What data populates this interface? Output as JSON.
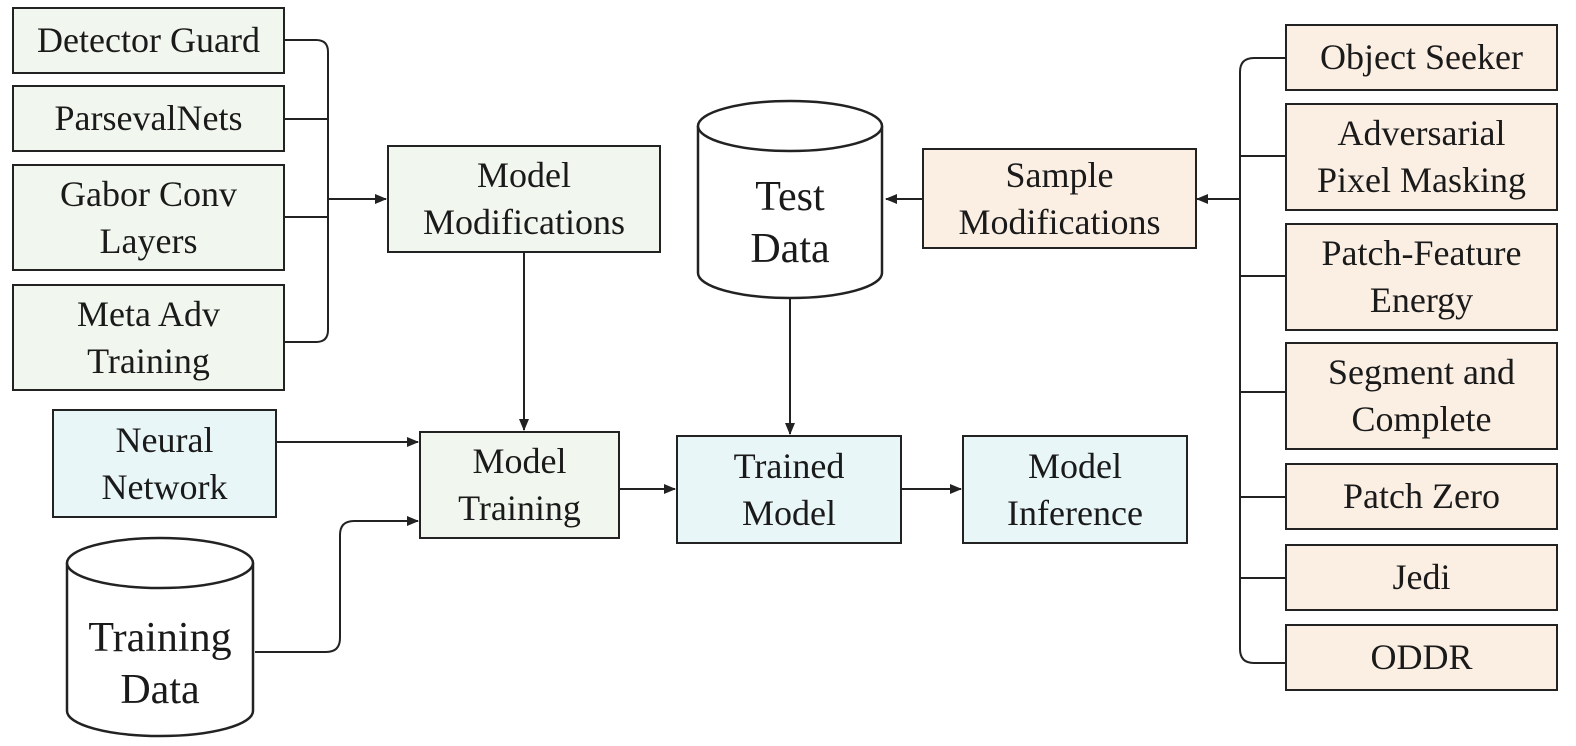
{
  "model_modification_methods": [
    {
      "id": "detector-guard",
      "lines": [
        "Detector Guard"
      ]
    },
    {
      "id": "parsevalnets",
      "lines": [
        "ParsevalNets"
      ]
    },
    {
      "id": "gabor-conv-layers",
      "lines": [
        "Gabor Conv",
        "Layers"
      ]
    },
    {
      "id": "meta-adv-training",
      "lines": [
        "Meta Adv",
        "Training"
      ]
    }
  ],
  "sample_modification_methods": [
    {
      "id": "object-seeker",
      "lines": [
        "Object Seeker"
      ]
    },
    {
      "id": "adversarial-pixel-masking",
      "lines": [
        "Adversarial",
        "Pixel Masking"
      ]
    },
    {
      "id": "patch-feature-energy",
      "lines": [
        "Patch-Feature",
        "Energy"
      ]
    },
    {
      "id": "segment-and-complete",
      "lines": [
        "Segment and",
        "Complete"
      ]
    },
    {
      "id": "patch-zero",
      "lines": [
        "Patch Zero"
      ]
    },
    {
      "id": "jedi",
      "lines": [
        "Jedi"
      ]
    },
    {
      "id": "oddr",
      "lines": [
        "ODDR"
      ]
    }
  ],
  "nodes": {
    "model_modifications": [
      "Model",
      "Modifications"
    ],
    "sample_modifications": [
      "Sample",
      "Modifications"
    ],
    "test_data": [
      "Test",
      "Data"
    ],
    "training_data": [
      "Training",
      "Data"
    ],
    "neural_network": [
      "Neural",
      "Network"
    ],
    "model_training": [
      "Model",
      "Training"
    ],
    "trained_model": [
      "Trained",
      "Model"
    ],
    "model_inference": [
      "Model",
      "Inference"
    ]
  },
  "colors": {
    "model_side": "#f1f7ef",
    "sample_side": "#fbefe4",
    "pipeline": "#e9f6f7",
    "stroke": "#222222"
  }
}
